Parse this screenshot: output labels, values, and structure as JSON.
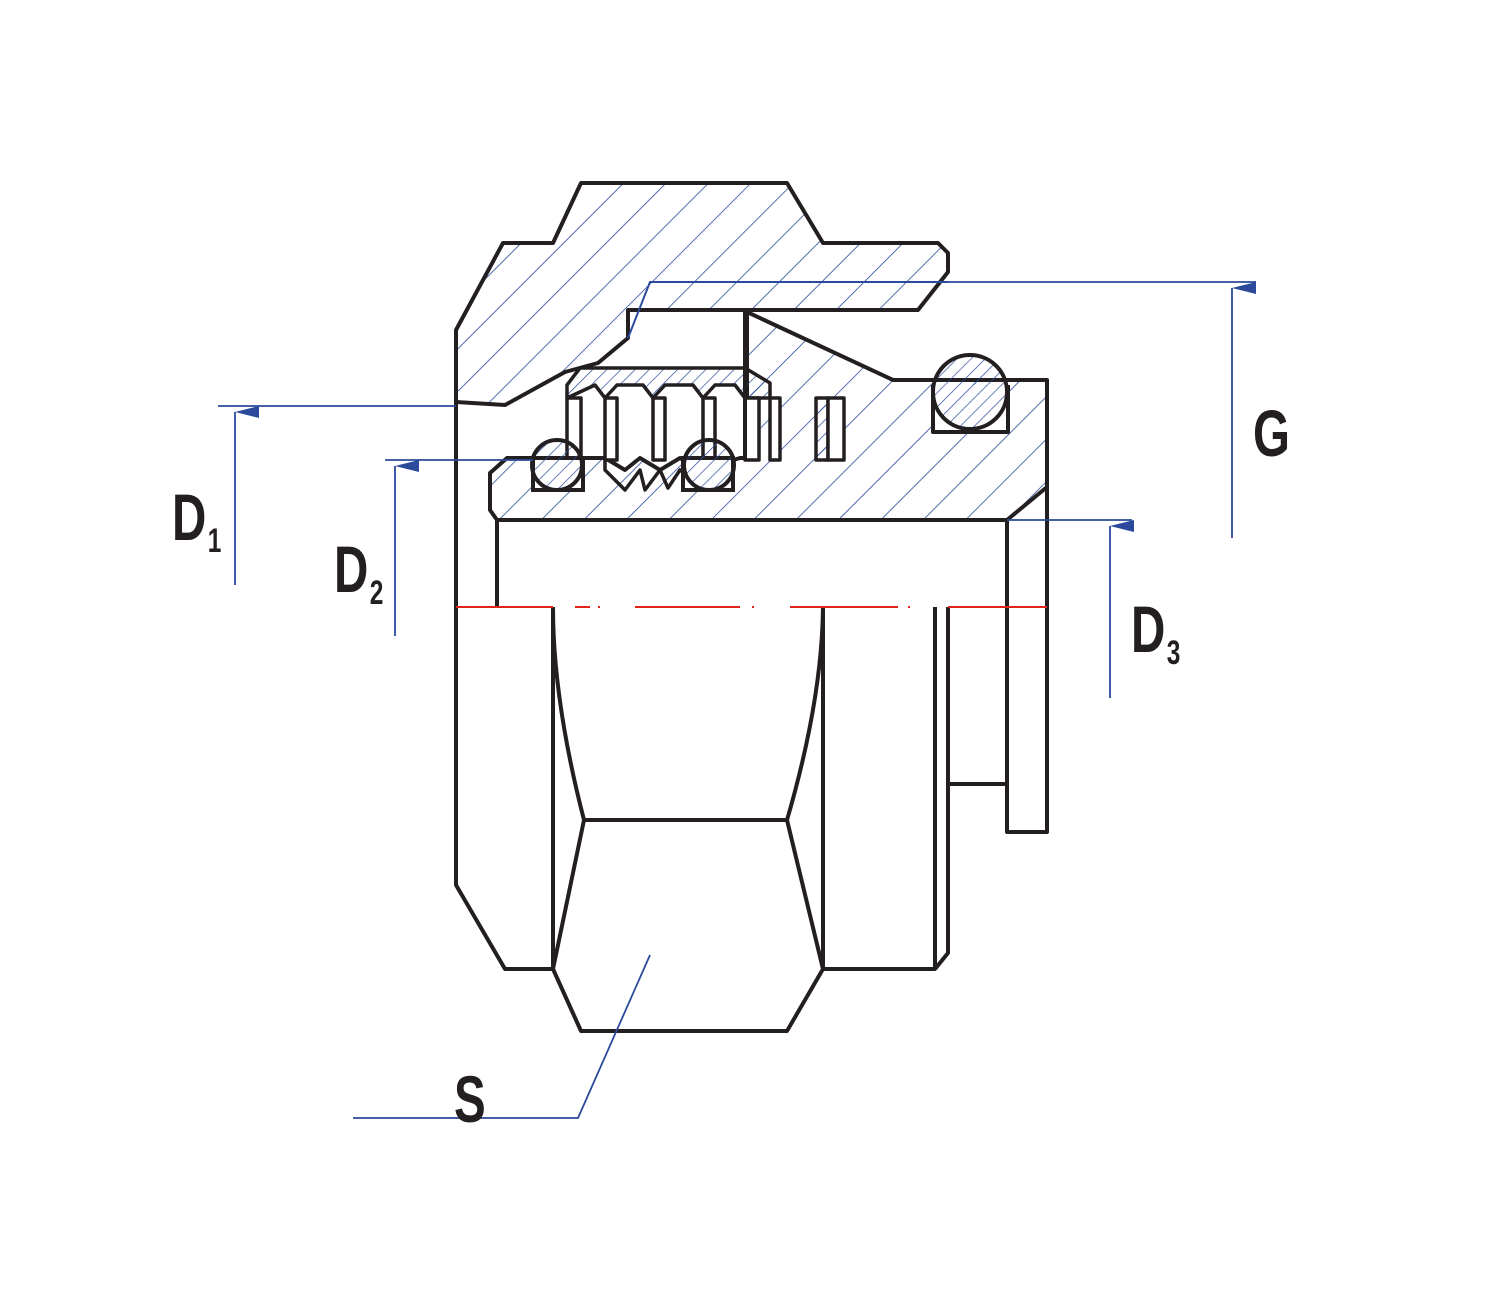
{
  "diagram": {
    "labels": {
      "d1_main": "D",
      "d1_sub": "1",
      "d2_main": "D",
      "d2_sub": "2",
      "d3_main": "D",
      "d3_sub": "3",
      "g": "G",
      "s": "S"
    },
    "colors": {
      "outline": "#231f20",
      "dimension": "#2b4a9c",
      "hatch": "#2b4a9c",
      "ball_fill": "#8ea0cf",
      "centerline": "#e2231a",
      "background": "#ffffff"
    }
  }
}
